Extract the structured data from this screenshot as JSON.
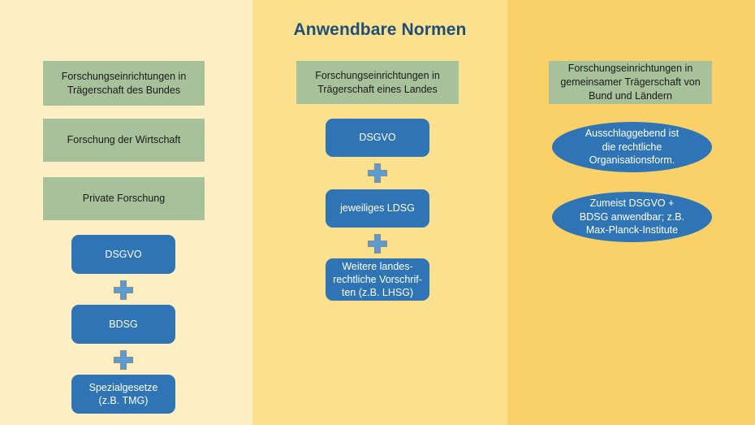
{
  "slide": {
    "title": "Anwendbare Normen",
    "title_color": "#1f4e79"
  },
  "colors": {
    "band_left": "#fdeec3",
    "band_mid": "#fbe08d",
    "band_right": "#fad168",
    "green_box": "#a7c29a",
    "blue_box": "#2f75b5",
    "plus_icon": "#5b9bd5"
  },
  "columns": [
    {
      "id": "bundes",
      "categories": [
        {
          "label": "Forschungseinrichtungen in Trägerschaft des Bundes"
        },
        {
          "label": "Forschung der Wirtschaft"
        },
        {
          "label": "Private Forschung"
        }
      ],
      "norms": [
        {
          "label": "DSGVO"
        },
        {
          "label": "BDSG"
        },
        {
          "label": "Spezialgesetze (z.B. TMG)"
        }
      ],
      "connectors": [
        "plus-icon",
        "plus-icon"
      ]
    },
    {
      "id": "land",
      "categories": [
        {
          "label": "Forschungseinrichtungen in Trägerschaft eines Landes"
        }
      ],
      "norms": [
        {
          "label": "DSGVO"
        },
        {
          "label": "jeweiliges LDSG"
        },
        {
          "label": "Weitere landes-rechtliche Vorschrif-ten (z.B. LHSG)"
        }
      ],
      "connectors": [
        "plus-icon",
        "plus-icon"
      ]
    },
    {
      "id": "bund-und-laender",
      "categories": [
        {
          "label": "Forschungseinrichtungen in gemeinsamer Trägerschaft von Bund und Ländern"
        }
      ],
      "notes": [
        {
          "label": "Ausschlaggebend ist die rechtliche Organisationsform."
        },
        {
          "label": "Zumeist DSGVO + BDSG anwendbar; z.B. Max-Planck-Institute"
        }
      ]
    }
  ],
  "text": {
    "c1_cat1_l1": "Forschungseinrichtungen in",
    "c1_cat1_l2": "Trägerschaft des Bundes",
    "c1_cat2": "Forschung der Wirtschaft",
    "c1_cat3": "Private Forschung",
    "c1_n1": "DSGVO",
    "c1_n2": "BDSG",
    "c1_n3_l1": "Spezialgesetze",
    "c1_n3_l2": "(z.B. TMG)",
    "c2_cat1_l1": "Forschungseinrichtungen in",
    "c2_cat1_l2": "Trägerschaft eines Landes",
    "c2_n1": "DSGVO",
    "c2_n2": "jeweiliges LDSG",
    "c2_n3_l1": "Weitere landes-",
    "c2_n3_l2": "rechtliche Vorschrif-",
    "c2_n3_l3": "ten (z.B. LHSG)",
    "c3_cat1_l1": "Forschungseinrichtungen in",
    "c3_cat1_l2": "gemeinsamer Trägerschaft von",
    "c3_cat1_l3": "Bund und Ländern",
    "c3_note1_l1": "Ausschlaggebend ist",
    "c3_note1_l2": "die rechtliche",
    "c3_note1_l3": "Organisationsform.",
    "c3_note2_l1": "Zumeist DSGVO +",
    "c3_note2_l2": "BDSG anwendbar; z.B.",
    "c3_note2_l3": "Max-Planck-Institute"
  }
}
